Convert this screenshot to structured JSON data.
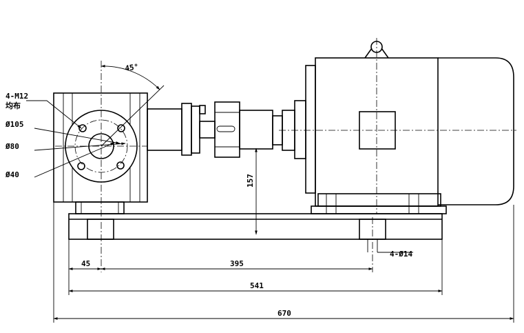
{
  "labels": {
    "bolts": "4-M12",
    "bolts_sub": "均布",
    "d105": "Ø105",
    "d80": "Ø80",
    "d40": "Ø40",
    "angle": "45°",
    "height": "157",
    "holes": "4-Ø14"
  },
  "dims": {
    "d45": "45",
    "d395": "395",
    "d541": "541",
    "d670": "670"
  }
}
